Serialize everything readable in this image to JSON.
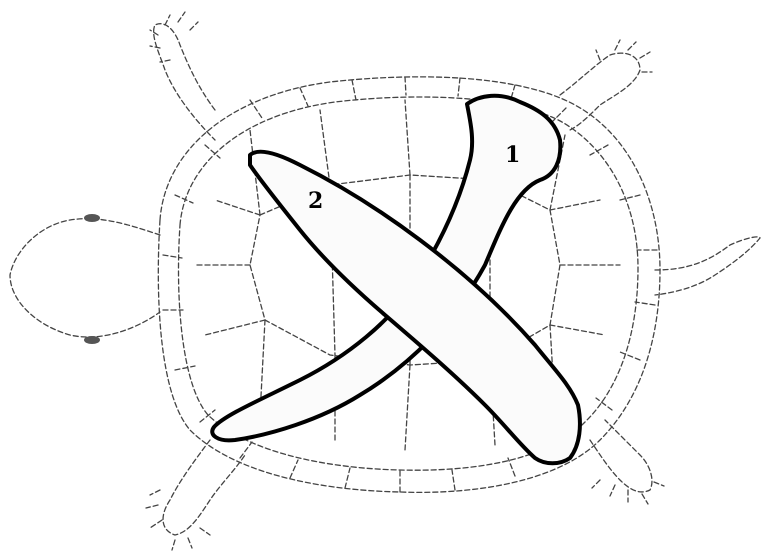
{
  "figure": {
    "labels": [
      {
        "id": "bone-1",
        "text": "1"
      },
      {
        "id": "bone-2",
        "text": "2"
      }
    ],
    "colors": {
      "outline": "#000000",
      "dashed_outline": "#444444",
      "bone_fill": "#fbfbfb",
      "background": "#ffffff"
    }
  }
}
